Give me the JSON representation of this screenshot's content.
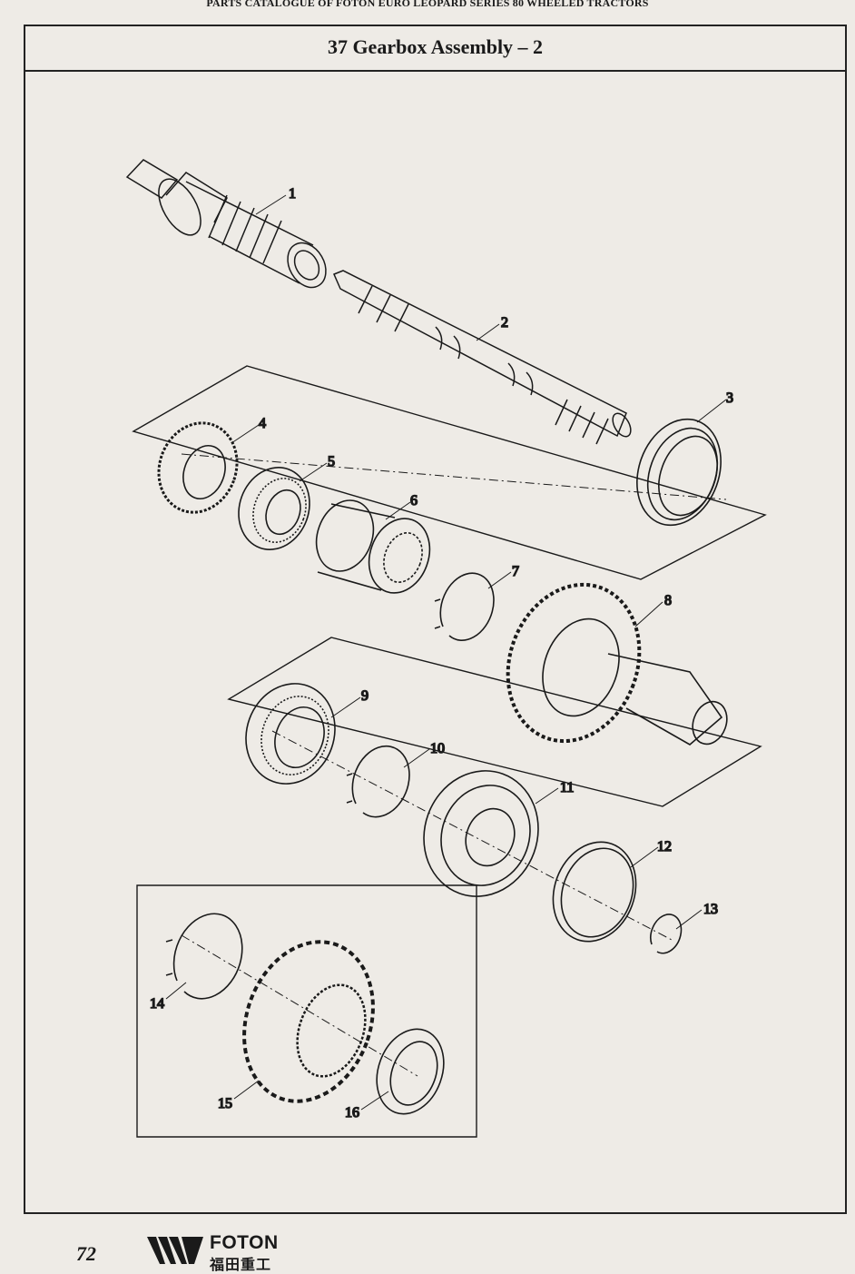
{
  "header": {
    "catalogue_title": "PARTS CATALOGUE OF FOTON EURO LEOPARD SERIES 80 WHEELED TRACTORS"
  },
  "section": {
    "title": "37  Gearbox Assembly – 2"
  },
  "callouts": [
    "1",
    "2",
    "3",
    "4",
    "5",
    "6",
    "7",
    "8",
    "9",
    "10",
    "11",
    "12",
    "13",
    "14",
    "15",
    "16"
  ],
  "footer": {
    "page_number": "72",
    "brand_name": "FOTON",
    "brand_name_cn": "福田重工",
    "logo_icon": "foton-logo-icon"
  }
}
